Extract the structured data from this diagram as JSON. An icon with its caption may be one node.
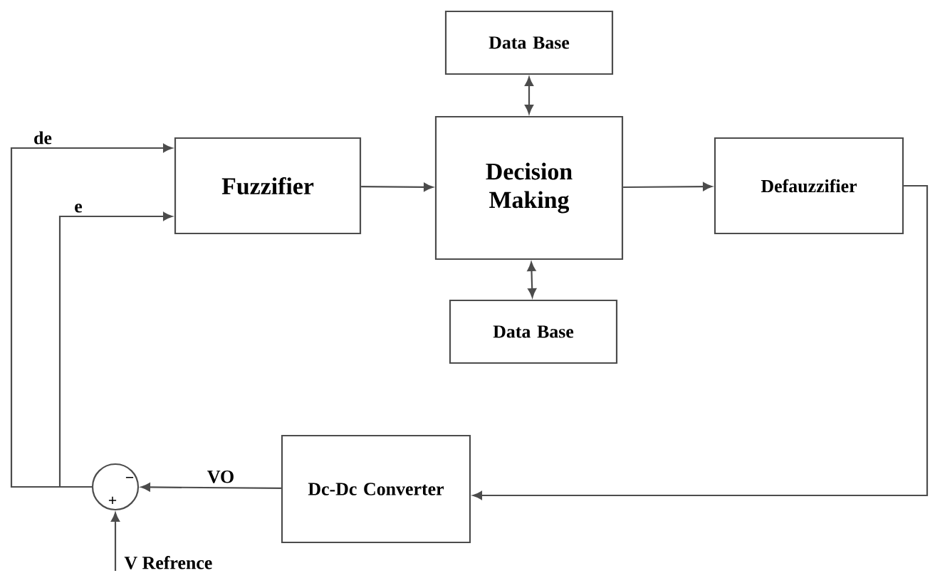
{
  "diagram": {
    "nodes": [
      {
        "text": [
          "Fuzzifier"
        ]
      },
      {
        "text": [
          "Data Base"
        ]
      },
      {
        "text": [
          "Decision Making"
        ]
      },
      {
        "text": [
          "Data Base"
        ]
      },
      {
        "text": [
          "Defauzzifier"
        ]
      },
      {
        "text": [
          "Dc-Dc Converter"
        ]
      },
      {
        "text": [
          "−",
          "+"
        ]
      },
      {
        "text": [
          "V Refrence"
        ]
      }
    ],
    "edges": [
      {
        "from": 0,
        "to": 2,
        "arrow": "to"
      },
      {
        "from": 2,
        "to": 1,
        "arrow": "both"
      },
      {
        "from": 2,
        "to": 3,
        "arrow": "both"
      },
      {
        "from": 2,
        "to": 4,
        "arrow": "to"
      },
      {
        "from": 4,
        "to": 5,
        "arrow": "to"
      },
      {
        "from": 5,
        "to": 6,
        "arrow": "to",
        "label": "VO"
      },
      {
        "from": 7,
        "to": 6,
        "arrow": "to"
      },
      {
        "from": 6,
        "to": 0,
        "arrow": "to",
        "label": "de"
      },
      {
        "from": 6,
        "to": 0,
        "arrow": "to",
        "label": "e"
      }
    ]
  }
}
